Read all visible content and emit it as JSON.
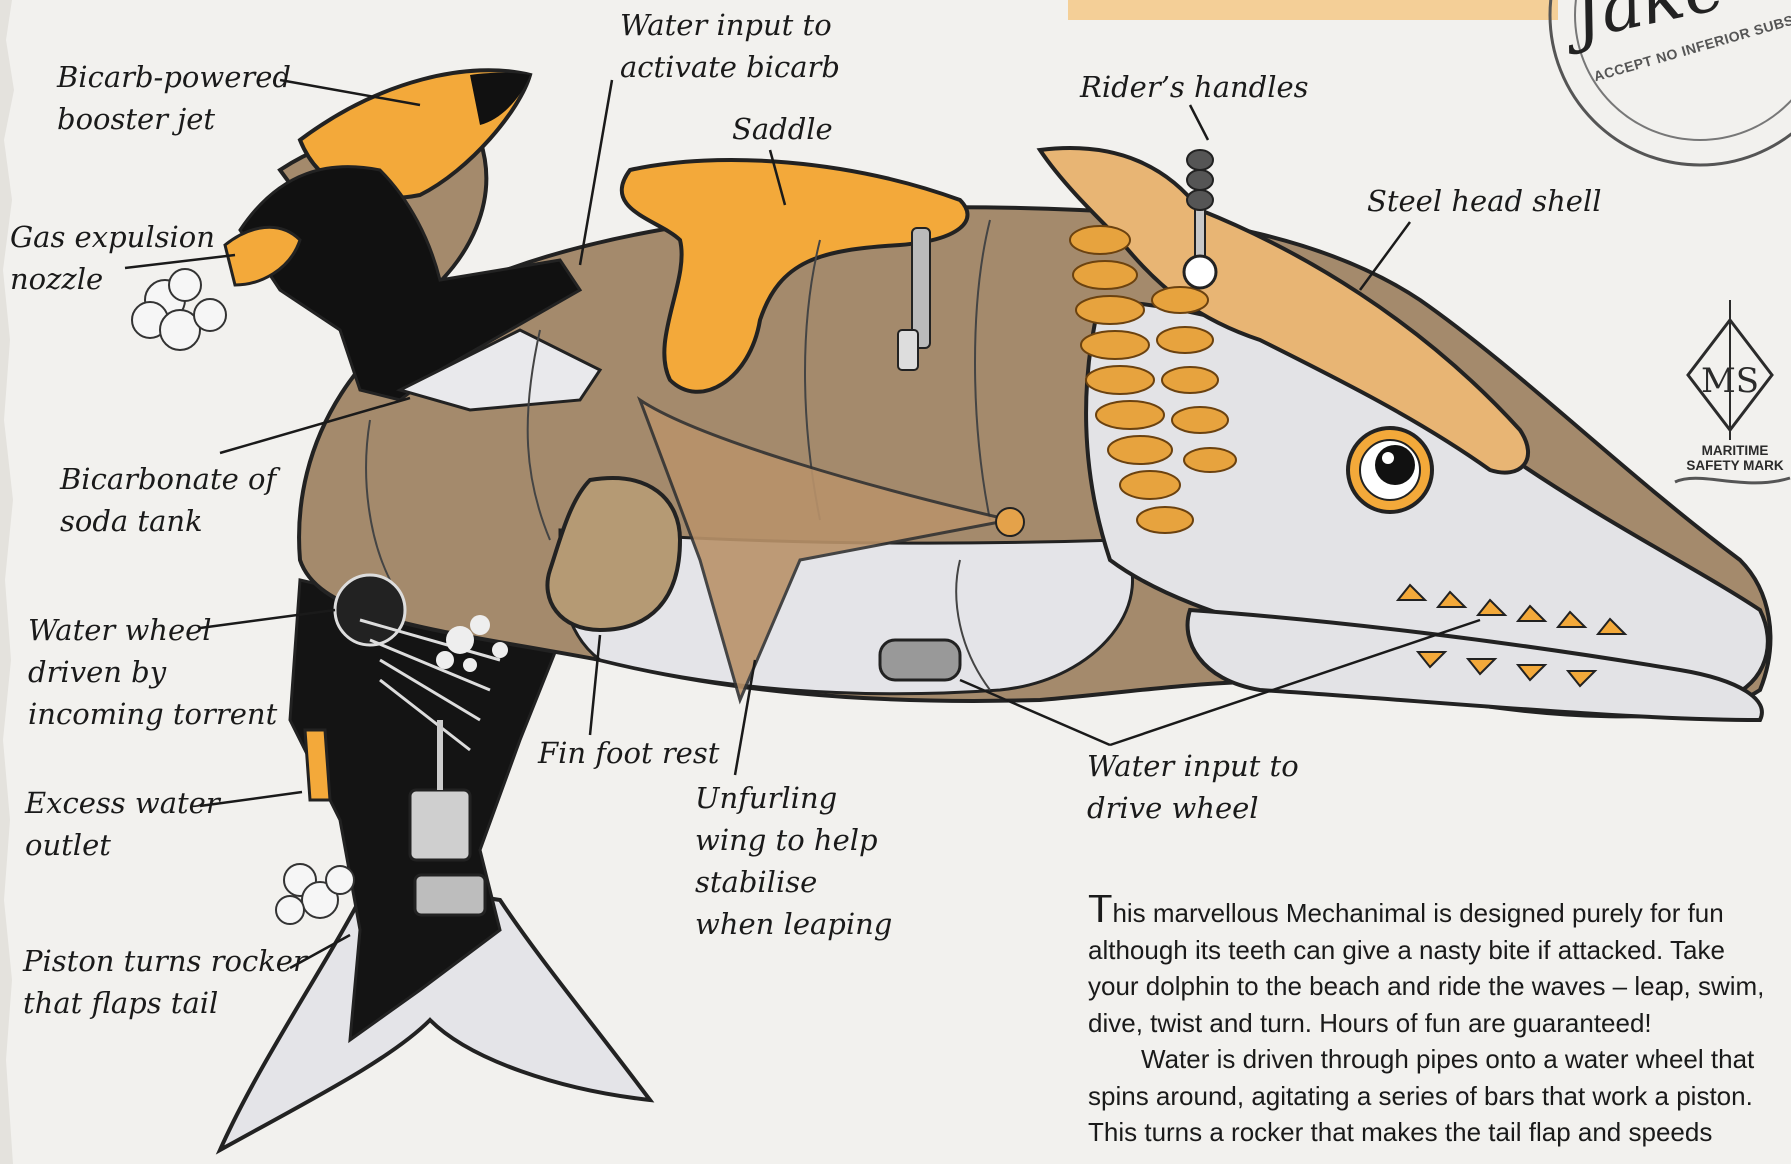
{
  "labels": {
    "bicarb_jet": [
      "Bicarb-powered",
      "booster jet"
    ],
    "water_input_bicarb": [
      "Water input to",
      "activate bicarb"
    ],
    "saddle": [
      "Saddle"
    ],
    "riders_handles": [
      "Rider’s handles"
    ],
    "steel_head_shell": [
      "Steel head shell"
    ],
    "gas_nozzle": [
      "Gas expulsion",
      "nozzle"
    ],
    "bicarb_tank": [
      "Bicarbonate of",
      "soda tank"
    ],
    "water_wheel": [
      "Water wheel",
      "driven by",
      "incoming torrent"
    ],
    "excess_water": [
      "Excess water",
      "outlet"
    ],
    "piston": [
      "Piston turns rocker",
      "that flaps tail"
    ],
    "fin_foot_rest": [
      "Fin foot rest"
    ],
    "unfurling_wing": [
      "Unfurling",
      "wing to help",
      "stabilise",
      "when leaping"
    ],
    "water_input_wheel": [
      "Water input to",
      "drive wheel"
    ]
  },
  "body_text": {
    "dropcap": "T",
    "p1_first": "his marvellous Mechanimal is designed purely for fun",
    "p1_lines": [
      "although its teeth can give a nasty bite if attacked. Take",
      "your dolphin to the beach and ride the waves – leap, swim,",
      "dive, twist and turn. Hours of fun are guaranteed!"
    ],
    "p2_first": "Water is driven through pipes onto a water wheel that",
    "p2_lines": [
      "spins around, agitating a series of bars that work a piston.",
      "This turns a rocker that makes the tail flap and speeds"
    ]
  },
  "maritime_mark": {
    "letters": "MS",
    "caption": [
      "MARITIME",
      "SAFETY MARK"
    ]
  },
  "stamp": {
    "signature": "Jake",
    "ring_text": "ACCEPT NO INFERIOR SUBS"
  },
  "colors": {
    "paper": "#f2f1ee",
    "orange": "#f3a93a",
    "brown": "#a48a6c",
    "grey_white": "#e3e3e6",
    "ink": "#1a1a1a"
  }
}
